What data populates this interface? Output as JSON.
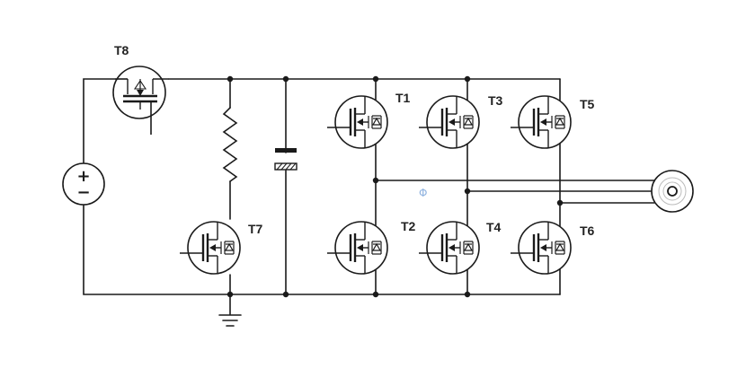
{
  "labels": {
    "t1": "T1",
    "t2": "T2",
    "t3": "T3",
    "t4": "T4",
    "t5": "T5",
    "t6": "T6",
    "t7": "T7",
    "t8": "T8"
  },
  "source_plus": "+",
  "source_minus": "−",
  "center_mark": "Φ",
  "colors": {
    "wire": "#1a1a1a",
    "background": "#ffffff",
    "center_mark": "#8fb3e0"
  }
}
